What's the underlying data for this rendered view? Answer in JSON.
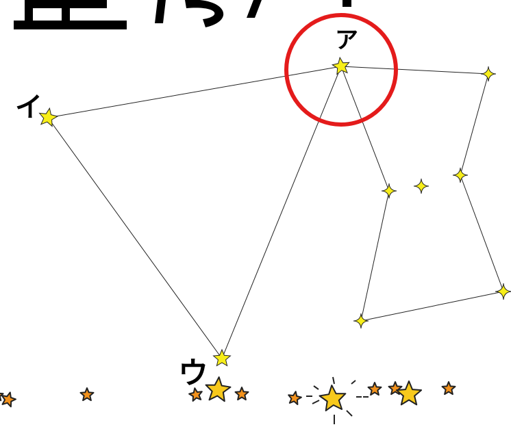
{
  "labels": {
    "a": "ア",
    "i": "イ",
    "u": "ウ"
  },
  "colors": {
    "highlight_circle": "#e41b1b",
    "small_star": "#f7ee1a",
    "deco_orange": "#f3921c",
    "deco_yellow": "#f7c91c",
    "outline": "#222222",
    "line": "#222222"
  },
  "icons": {
    "small": "four-point-star-icon",
    "deco": "five-point-star-icon"
  }
}
